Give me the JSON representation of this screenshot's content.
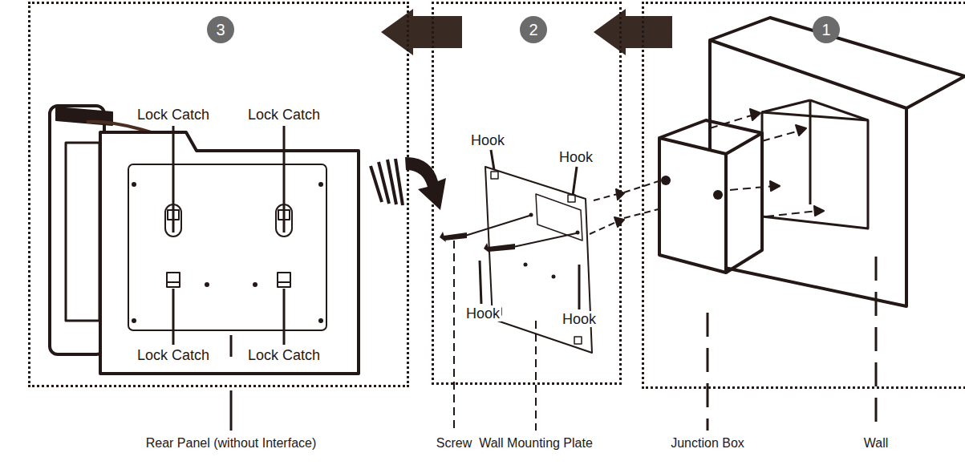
{
  "diagram": {
    "nodes": [
      {
        "text": [
          "3"
        ]
      },
      {
        "text": [
          "2"
        ]
      },
      {
        "text": [
          "1"
        ]
      }
    ],
    "edges": [
      {
        "from": 2,
        "to": 1,
        "arrow": "to"
      },
      {
        "from": 1,
        "to": 0,
        "arrow": "to"
      }
    ],
    "labels": [
      "Lock Catch",
      "Lock Catch",
      "Lock Catch",
      "Lock Catch",
      "Hook",
      "Hook",
      "Hook",
      "Hook",
      "Rear Panel (without Interface)",
      "Screw",
      "Wall Mounting Plate",
      "Junction Box",
      "Wall"
    ]
  }
}
